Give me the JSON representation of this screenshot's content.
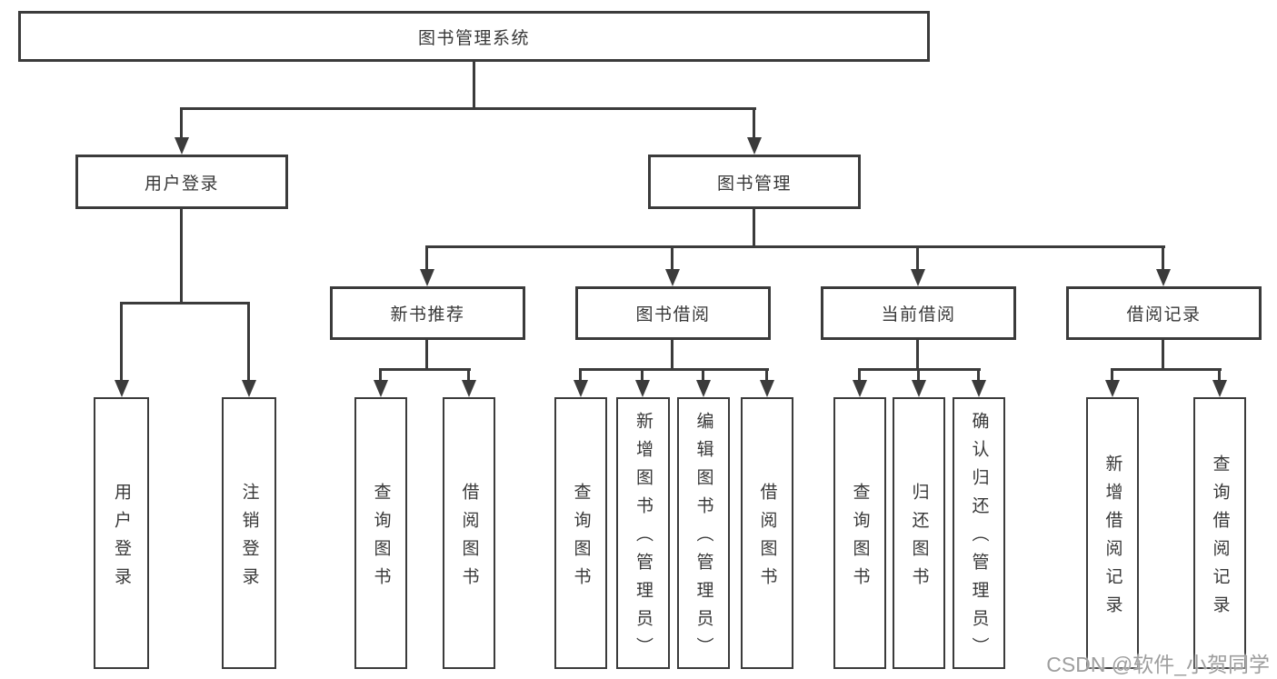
{
  "nodes": {
    "root": "图书管理系统",
    "login": {
      "label": "用户登录",
      "children": [
        "用户登录",
        "注销登录"
      ]
    },
    "mgmt": {
      "label": "图书管理",
      "groups": [
        {
          "label": "新书推荐",
          "children": [
            "查询图书",
            "借阅图书"
          ]
        },
        {
          "label": "图书借阅",
          "children": [
            "查询图书",
            "新增图书（管理员）",
            "编辑图书（管理员）",
            "借阅图书"
          ]
        },
        {
          "label": "当前借阅",
          "children": [
            "查询图书",
            "归还图书",
            "确认归还（管理员）"
          ]
        },
        {
          "label": "借阅记录",
          "children": [
            "新增借阅记录",
            "查询借阅记录"
          ]
        }
      ]
    }
  },
  "watermark": "CSDN @软件_小贺同学",
  "colors": {
    "line": "#3b3b3b",
    "text": "#383838",
    "background": "#ffffff",
    "watermark": "#9e9e9e"
  }
}
